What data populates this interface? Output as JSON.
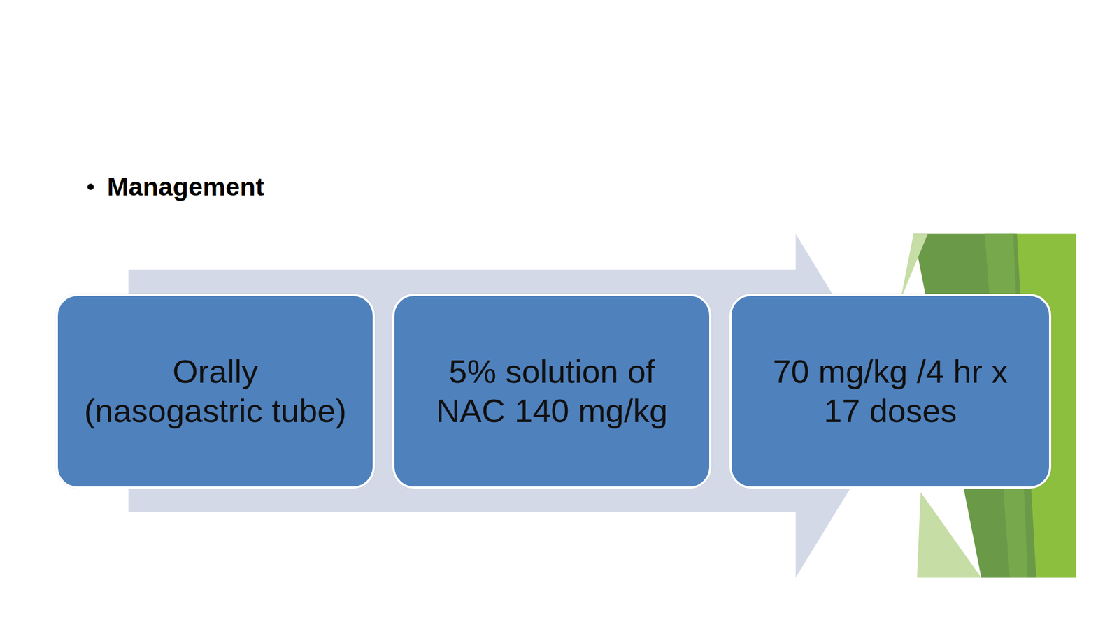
{
  "diagram": {
    "title": "Management",
    "nodes": [
      {
        "text": [
          "Orally (nasogastric tube)"
        ]
      },
      {
        "text": [
          "5% solution of NAC 140 mg/kg"
        ]
      },
      {
        "text": [
          "70 mg/kg /4 hr x 17 doses"
        ]
      }
    ]
  }
}
